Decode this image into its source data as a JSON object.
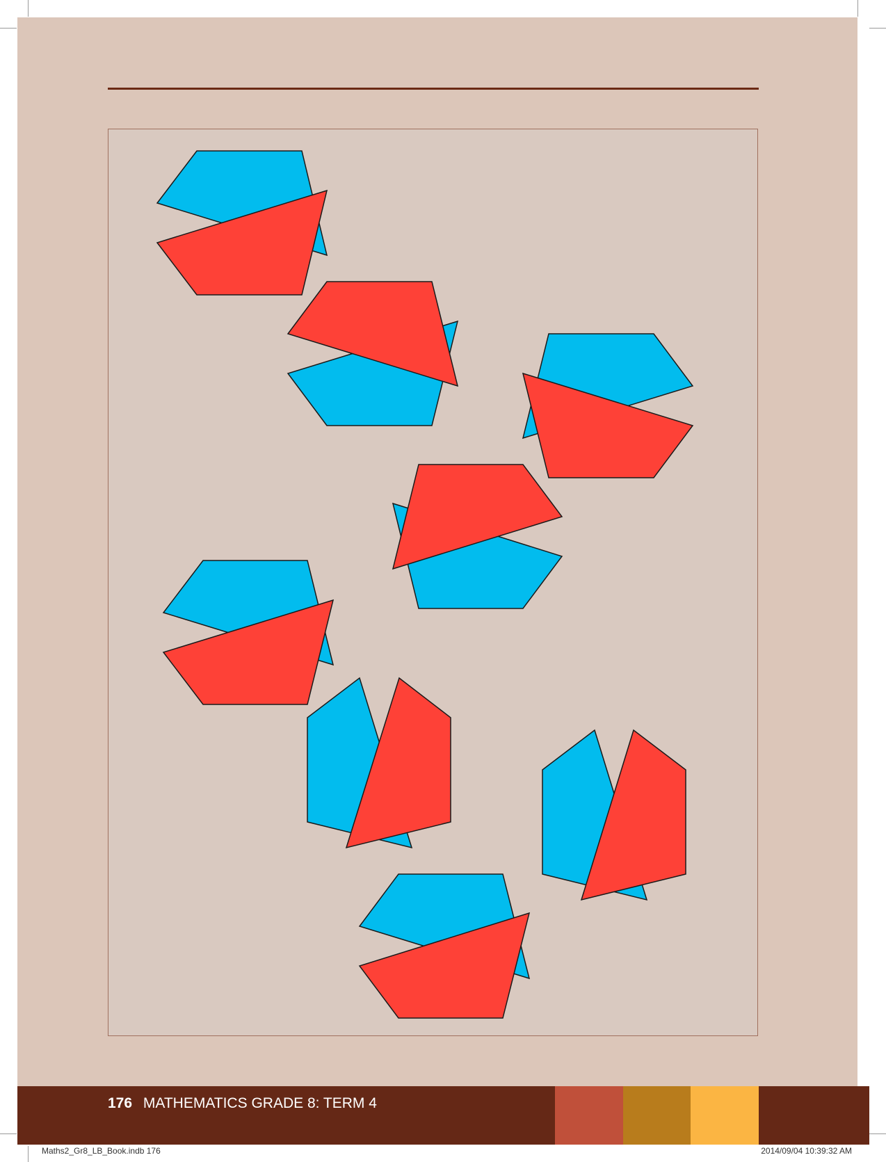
{
  "footer": {
    "page_number": "176",
    "running_title": "MATHEMATICS GRADE 8: TERM 4"
  },
  "slug": {
    "filename": "Maths2_Gr8_LB_Book.indb   176",
    "timestamp": "2014/09/04   10:39:32 AM"
  },
  "colors": {
    "page_background": "#dcc6b9",
    "figure_background": "#d9c9c0",
    "blue_shape": "#02bcee",
    "red_shape": "#fe4137",
    "footer_bar": "#652816",
    "swatch_1": "#c0503a",
    "swatch_2": "#b87c1c",
    "swatch_3": "#fbb543"
  },
  "figure": {
    "description_items": [
      {
        "type": "shape-pair",
        "blue": "hexagon",
        "red": "trapezium"
      },
      {
        "type": "shape-pair",
        "blue": "hexagon",
        "red": "trapezium"
      },
      {
        "type": "shape-pair",
        "blue": "hexagon",
        "red": "trapezium"
      },
      {
        "type": "shape-pair",
        "blue": "hexagon",
        "red": "trapezium"
      },
      {
        "type": "shape-pair",
        "blue": "hexagon",
        "red": "trapezium"
      },
      {
        "type": "shape-pair",
        "blue": "hexagon",
        "red": "trapezium"
      },
      {
        "type": "shape-pair",
        "blue": "hexagon",
        "red": "trapezium"
      },
      {
        "type": "shape-pair",
        "blue": "hexagon",
        "red": "trapezium"
      }
    ]
  }
}
